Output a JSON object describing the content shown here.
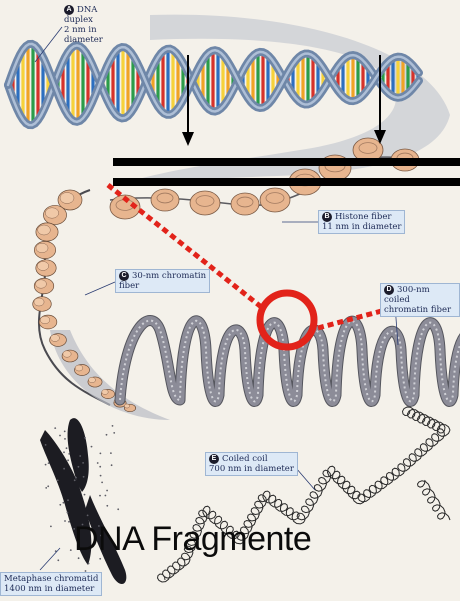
{
  "labels": {
    "a": {
      "badge": "A",
      "line1": "DNA",
      "line2": "duplex",
      "line3": "2 nm in",
      "line4": "diameter"
    },
    "b": {
      "badge": "B",
      "line1": "Histone fiber",
      "line2": "11 nm in diameter"
    },
    "c": {
      "badge": "C",
      "line1": "30-nm chromatin",
      "line2": "fiber"
    },
    "d": {
      "badge": "D",
      "line1": "300-nm coiled",
      "line2": "chromatin fiber"
    },
    "e": {
      "badge": "E",
      "line1": "Coiled coil",
      "line2": "700 nm in diameter"
    },
    "f": {
      "line1": "Metaphase chromatid",
      "line2": "1400 nm in diameter"
    }
  },
  "caption": "DNA Fragmente",
  "colors": {
    "helix_backbone": "#6f87a8",
    "base_pairs": [
      "#f0a325",
      "#2b9c4a",
      "#d6322a",
      "#2c6fc0",
      "#f6d23a"
    ],
    "nucleosome": "#e7b58f",
    "coil": "#8c8c98",
    "highlight": "#e2231a",
    "bar": "#000000"
  }
}
